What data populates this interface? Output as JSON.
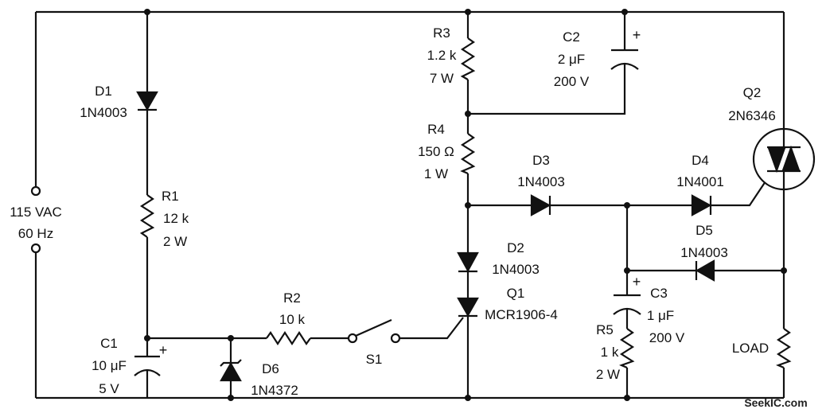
{
  "colors": {
    "ink": "#111111",
    "background": "#ffffff"
  },
  "source": {
    "voltage": "115 VAC",
    "frequency": "60 Hz"
  },
  "components": {
    "D1": {
      "ref": "D1",
      "part": "1N4003"
    },
    "R1": {
      "ref": "R1",
      "value": "12 k",
      "power": "2 W"
    },
    "C1": {
      "ref": "C1",
      "value": "10 μF",
      "voltage": "5 V",
      "polarity": "+"
    },
    "D6": {
      "ref": "D6",
      "part": "1N4372"
    },
    "R2": {
      "ref": "R2",
      "value": "10 k"
    },
    "S1": {
      "ref": "S1"
    },
    "R3": {
      "ref": "R3",
      "value": "1.2 k",
      "power": "7 W"
    },
    "C2": {
      "ref": "C2",
      "value": "2 μF",
      "voltage": "200 V",
      "polarity": "+"
    },
    "R4": {
      "ref": "R4",
      "value": "150 Ω",
      "power": "1 W"
    },
    "D2": {
      "ref": "D2",
      "part": "1N4003"
    },
    "Q1": {
      "ref": "Q1",
      "part": "MCR1906-4"
    },
    "D3": {
      "ref": "D3",
      "part": "1N4003"
    },
    "D4": {
      "ref": "D4",
      "part": "1N4001"
    },
    "D5": {
      "ref": "D5",
      "part": "1N4003"
    },
    "Q2": {
      "ref": "Q2",
      "part": "2N6346"
    },
    "C3": {
      "ref": "C3",
      "value": "1 μF",
      "voltage": "200 V",
      "polarity": "+"
    },
    "R5": {
      "ref": "R5",
      "value": "1 k",
      "power": "2 W"
    },
    "LOAD": {
      "label": "LOAD"
    }
  },
  "watermark": "SeekIC.com"
}
